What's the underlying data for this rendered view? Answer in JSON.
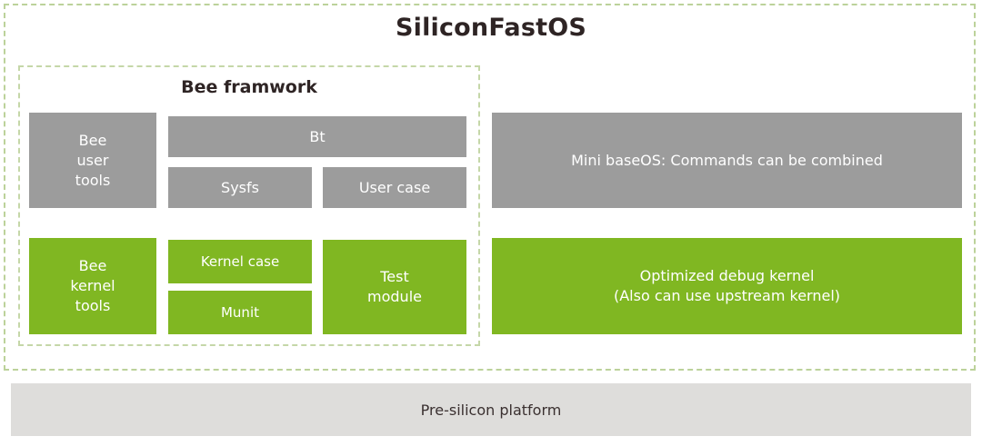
{
  "diagram": {
    "title": "SiliconFastOS",
    "framework_title": "Bee framwork",
    "colors": {
      "gray_block": "#9c9c9c",
      "green_block": "#80b722",
      "dashed_border": "#bcd29a",
      "platform_bar": "#dedddb",
      "title_text": "#2e2424",
      "block_text": "#ffffff"
    },
    "framework": {
      "user_space": [
        {
          "label": "Bee\nuser\ntools",
          "color": "gray"
        },
        {
          "label": "Bt",
          "color": "gray"
        },
        {
          "label": "Sysfs",
          "color": "gray"
        },
        {
          "label": "User case",
          "color": "gray"
        }
      ],
      "kernel_space": [
        {
          "label": "Bee\nkernel\ntools",
          "color": "green"
        },
        {
          "label": "Kernel case",
          "color": "green"
        },
        {
          "label": "Munit",
          "color": "green"
        },
        {
          "label": "Test\nmodule",
          "color": "green"
        }
      ]
    },
    "os_side": {
      "user_space": {
        "label": "Mini baseOS: Commands can be combined",
        "color": "gray"
      },
      "kernel_space": {
        "label": "Optimized debug kernel\n(Also can use upstream kernel)",
        "color": "green"
      }
    },
    "platform": {
      "label": "Pre-silicon platform"
    }
  }
}
